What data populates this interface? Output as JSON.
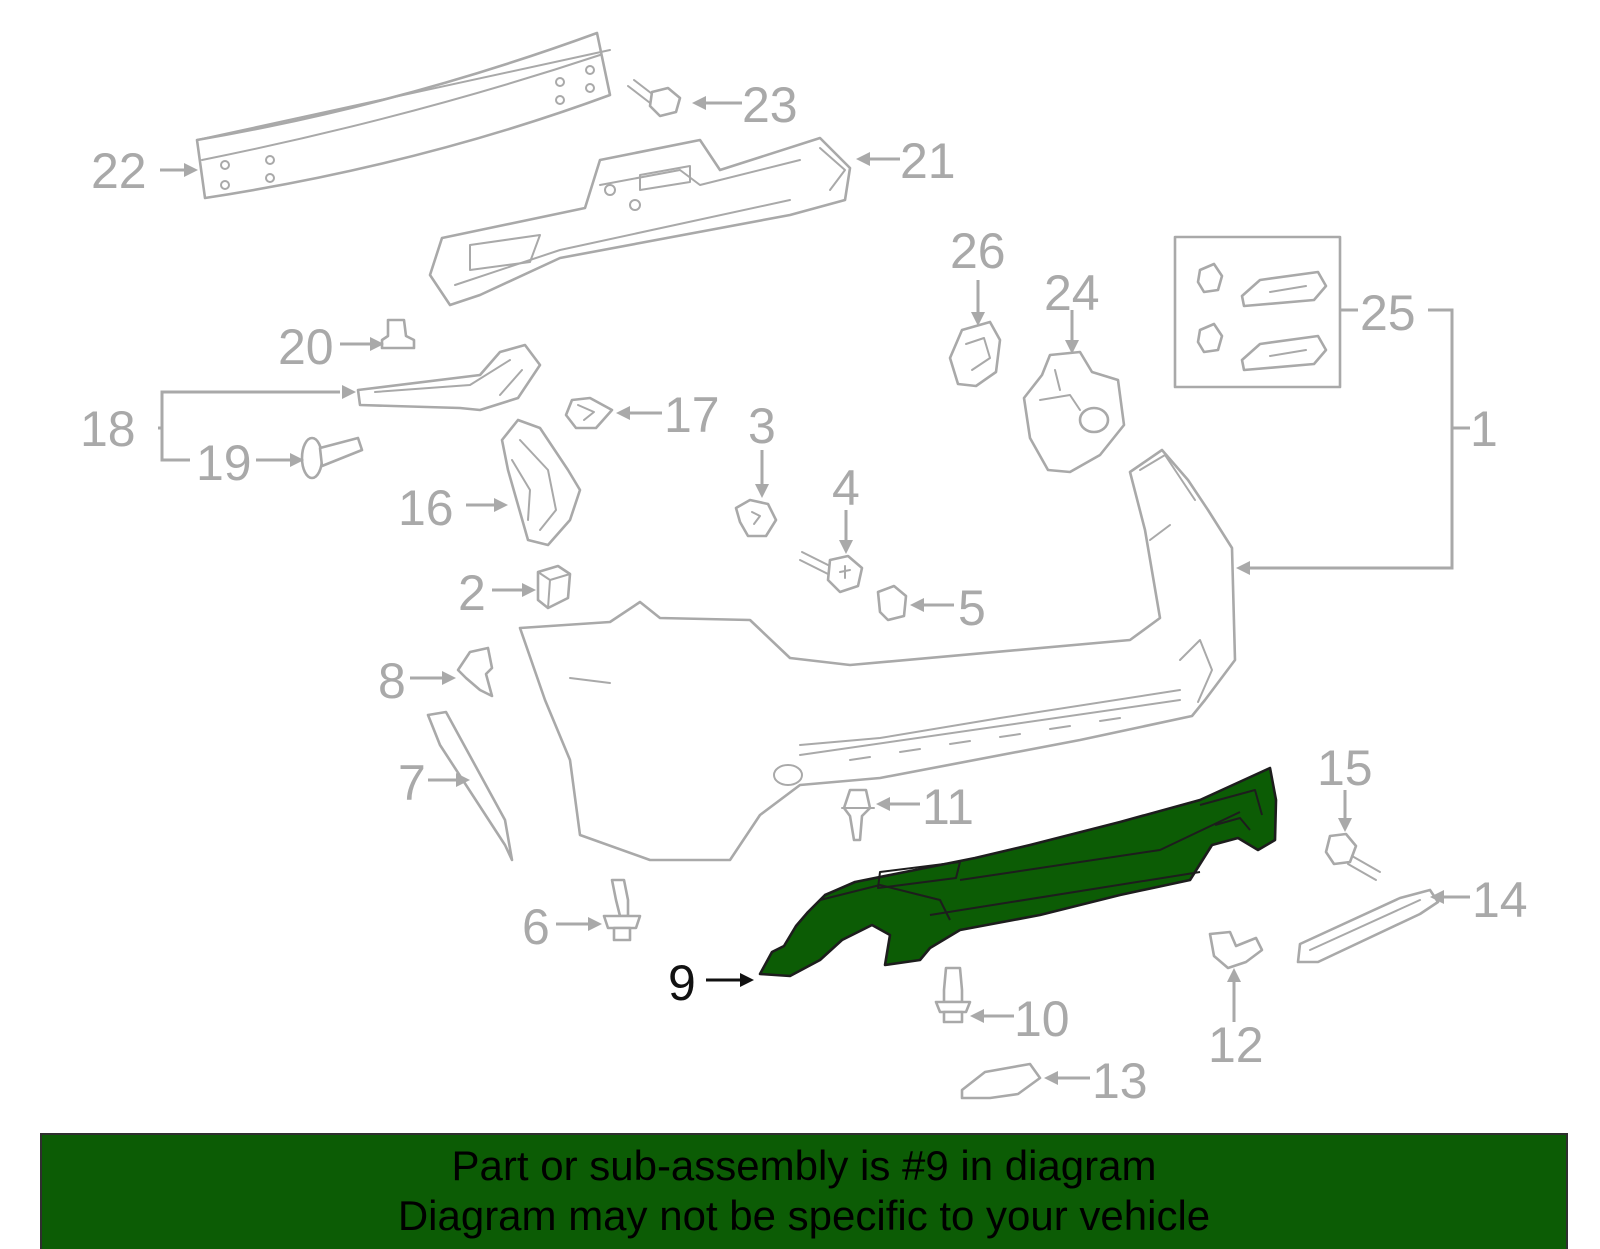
{
  "diagram": {
    "highlight_color": "#0c5c05",
    "highlighted_part": "9",
    "callouts": {
      "c1": "1",
      "c2": "2",
      "c3": "3",
      "c4": "4",
      "c5": "5",
      "c6": "6",
      "c7": "7",
      "c8": "8",
      "c9": "9",
      "c10": "10",
      "c11": "11",
      "c12": "12",
      "c13": "13",
      "c14": "14",
      "c15": "15",
      "c16": "16",
      "c17": "17",
      "c18": "18",
      "c19": "19",
      "c20": "20",
      "c21": "21",
      "c22": "22",
      "c23": "23",
      "c24": "24",
      "c25": "25",
      "c26": "26"
    }
  },
  "banner": {
    "background": "#0c5c05",
    "line1": "Part or sub-assembly is #9 in diagram",
    "line2": "Diagram may not be specific to your vehicle"
  }
}
